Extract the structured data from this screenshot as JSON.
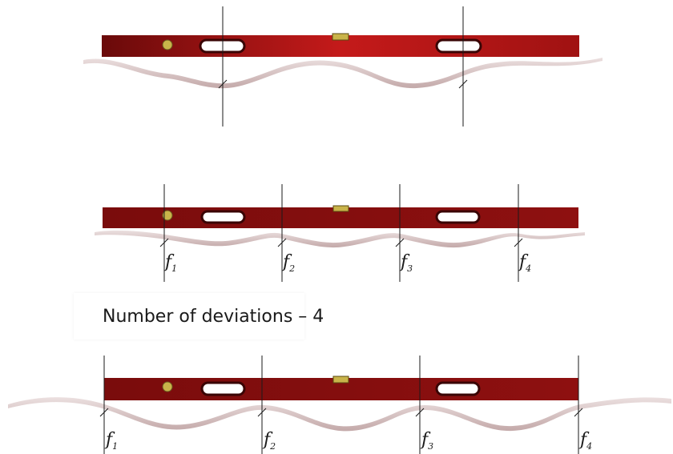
{
  "caption": "Number of deviations – 4",
  "deviation_labels": [
    {
      "base": "f",
      "sub": "1"
    },
    {
      "base": "f",
      "sub": "2"
    },
    {
      "base": "f",
      "sub": "3"
    },
    {
      "base": "f",
      "sub": "4"
    }
  ],
  "colors": {
    "level_dark": "#6a0a0a",
    "level_light": "#c41a1a",
    "surface": "#d9c7c7",
    "surface_shadow": "#b99a9a",
    "line": "#1a1a1a",
    "bubble": "#c9b44a"
  },
  "icons": [
    "spirit-level-icon",
    "surface-wave-icon",
    "measurement-line-icon"
  ]
}
